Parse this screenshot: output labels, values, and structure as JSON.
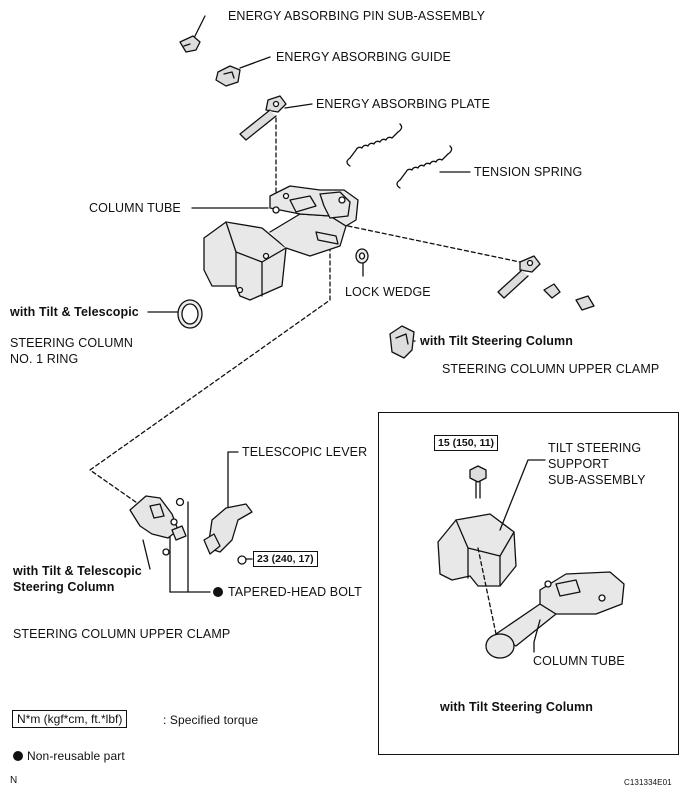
{
  "labels": {
    "pin": "ENERGY ABSORBING PIN SUB-ASSEMBLY",
    "guide": "ENERGY ABSORBING GUIDE",
    "plate": "ENERGY ABSORBING PLATE",
    "tension_spring": "TENSION SPRING",
    "column_tube": "COLUMN TUBE",
    "lock_wedge": "LOCK WEDGE",
    "with_tilt_telescopic": "with Tilt & Telescopic",
    "ring_1": "STEERING COLUMN",
    "ring_2": "NO. 1 RING",
    "with_tilt_column": "with Tilt Steering Column",
    "upper_clamp_right": "STEERING COLUMN UPPER CLAMP",
    "telescopic_lever": "TELESCOPIC LEVER",
    "torque_23": "23 (240, 17)",
    "with_tilt_tele_col_1": "with Tilt & Telescopic",
    "with_tilt_tele_col_2": "Steering Column",
    "tapered_bolt": "TAPERED-HEAD BOLT",
    "upper_clamp_left": "STEERING COLUMN UPPER CLAMP"
  },
  "inset": {
    "torque_15": "15 (150, 11)",
    "support_1": "TILT STEERING",
    "support_2": "SUPPORT",
    "support_3": "SUB-ASSEMBLY",
    "column_tube": "COLUMN TUBE",
    "caption": "with Tilt Steering Column"
  },
  "legend": {
    "torque_units": "N*m (kgf*cm, ft.*lbf)",
    "torque_desc": ": Specified torque",
    "nonreusable": "Non-reusable part"
  },
  "footer": {
    "left": "N",
    "right": "C131334E01"
  }
}
